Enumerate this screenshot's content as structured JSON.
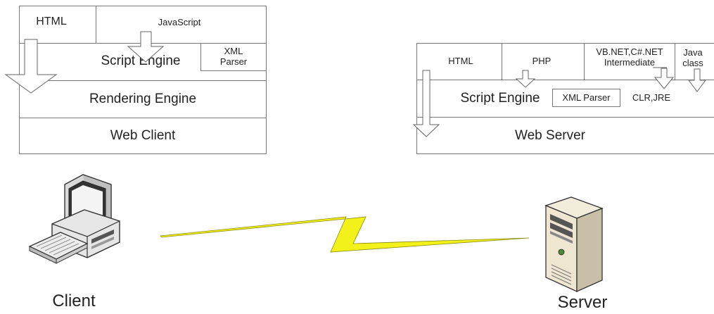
{
  "client_stack": {
    "html": "HTML",
    "javascript": "JavaScript",
    "script_engine": "Script Engine",
    "xml_parser": "XML\nParser",
    "rendering_engine": "Rendering Engine",
    "web_client": "Web Client"
  },
  "server_stack": {
    "html": "HTML",
    "php": "PHP",
    "dotnet": "VB.NET,C#.NET\nIntermediate",
    "java_class": "Java\nclass",
    "script_engine": "Script Engine",
    "xml_parser": "XML Parser",
    "clr_jre": "CLR,JRE",
    "web_server": "Web Server"
  },
  "client_label": "Client",
  "server_label": "Server",
  "icons": {
    "client": "desktop-computer-icon",
    "server": "tower-server-icon",
    "link": "lightning-bolt-icon"
  },
  "colors": {
    "lightning": "#f2f21a",
    "border": "#777777"
  }
}
